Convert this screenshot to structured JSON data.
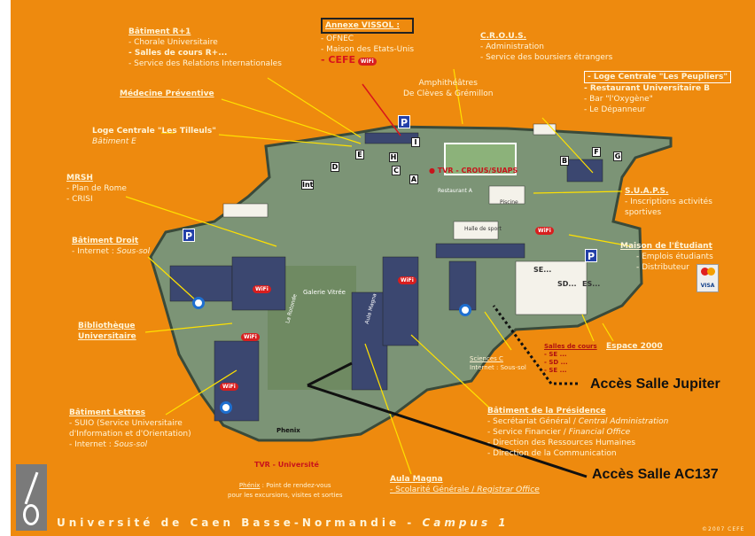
{
  "labels": {
    "batiment_r1": {
      "title": "Bâtiment R+1",
      "items": [
        "- Chorale Universitaire",
        "- Salles de cours R+...",
        "- Service des Relations Internationales"
      ]
    },
    "annexe_vissol": {
      "title": "Annexe VISSOL :",
      "items": [
        "- OFNEC",
        "- Maison des Etats-Unis",
        "- CEFE"
      ]
    },
    "crous": {
      "title": "C.R.O.U.S.",
      "items": [
        "- Administration",
        "- Service des boursiers étrangers"
      ]
    },
    "amphitheatres": {
      "line1": "Amphithéâtres",
      "line2": "De Clèves & Grémillon"
    },
    "loge_peupliers": {
      "title": "- Loge Centrale \"Les Peupliers\"",
      "items": [
        "- Restaurant Universitaire B",
        "- Bar \"l'Oxygène\"",
        "- Le Dépanneur"
      ]
    },
    "medecine": {
      "title": "Médecine Préventive"
    },
    "loge_tilleuls": {
      "title": "Loge Centrale \"Les Tilleuls\"",
      "sub": "Bâtiment E"
    },
    "mrsh": {
      "title": "MRSH",
      "items": [
        "- Plan de Rome",
        "- CRISI"
      ]
    },
    "suaps": {
      "title": "S.U.A.P.S.",
      "items": [
        "- Inscriptions activités",
        "sportives"
      ]
    },
    "batiment_droit": {
      "title": "Bâtiment Droit",
      "item_prefix": "- Internet : ",
      "item_italic": "Sous-sol"
    },
    "maison_etudiant": {
      "title": "Maison de l'Étudiant",
      "items": [
        "- Emplois étudiants",
        "- Distributeur"
      ]
    },
    "bibliotheque": {
      "line1": "Bibliothèque",
      "line2": "Universitaire"
    },
    "salles_de_cours": {
      "title": "Salles de cours",
      "items": [
        "- SE ...",
        "- SD ...",
        "- SE ..."
      ]
    },
    "espace_2000": {
      "title": "Espace 2000"
    },
    "sciences_c": {
      "title": "Sciences C",
      "item": "Internet : Sous-sol"
    },
    "batiment_lettres": {
      "title": "Bâtiment Lettres",
      "items": [
        "- SUIO (Service Universitaire",
        "d'Information et d'Orientation)"
      ],
      "item_prefix": "- Internet : ",
      "item_italic": "Sous-sol"
    },
    "presidence": {
      "title": "Bâtiment de la Présidence",
      "items": [
        {
          "fr": "- Secrétariat Général / ",
          "en": "Central Administration"
        },
        {
          "fr": "- Service Financier / ",
          "en": "Financial Office"
        },
        {
          "fr": "- Direction des Ressources Humaines",
          "en": ""
        },
        {
          "fr": "- Direction de la Communication",
          "en": ""
        }
      ]
    },
    "aula_magna": {
      "title": "Aula Magna",
      "item_fr": "- Scolarité Générale / ",
      "item_en": "Registrar Office"
    },
    "phenix": {
      "title": "Phénix",
      "desc1": " : Point de rendez-vous",
      "desc2": "pour les excursions, visites et sorties"
    }
  },
  "map_text": {
    "tvr_crous": "TVR - CROUS/SUAPS",
    "tvr_universite": "TVR - Université",
    "phenix": "Phenix",
    "galerie": "Galerie Vitrée",
    "piscine": "Piscine",
    "halle": "Halle de sport",
    "restaurant": "Restaurant A",
    "aula": "Aula Magna",
    "rotonde": "La Rotonde",
    "se": "SE...",
    "sd": "SD...",
    "es": "ES...",
    "wifi": "WiFi",
    "parking": "P",
    "visa": "VISA",
    "building_letters": [
      "A",
      "B",
      "C",
      "D",
      "E",
      "F",
      "G",
      "H",
      "I",
      "Int"
    ]
  },
  "annotations": {
    "jupiter": "Accès Salle Jupiter",
    "ac137": "Accès Salle AC137"
  },
  "footer": {
    "title": "Université de Caen Basse-Normandie - ",
    "campus": "Campus 1",
    "copyright": "©2007 CEFE"
  },
  "colors": {
    "background": "#ee8a0e",
    "label": "#fff4d8",
    "callout_arrow": "#ffe100",
    "highlight": "#d8141c",
    "building_roof": "#3b4770"
  }
}
